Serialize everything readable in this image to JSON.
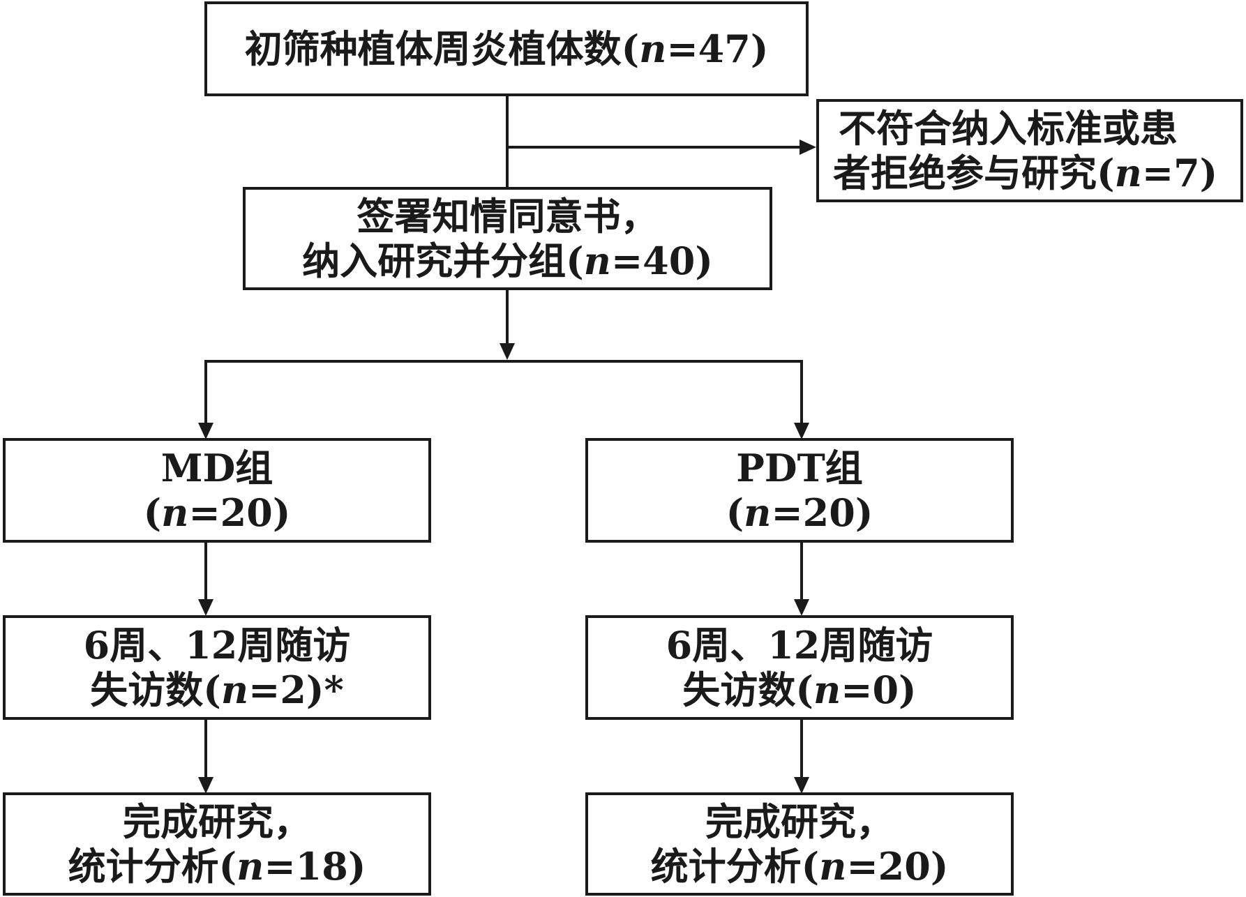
{
  "boxes": {
    "screened": {
      "lines": [
        {
          "pre": "初筛种植体周炎植体数(",
          "var": "n",
          "post": "=47)"
        }
      ]
    },
    "excluded": {
      "lines": [
        {
          "pre": "不符合纳入标准或患",
          "var": "",
          "post": ""
        },
        {
          "pre": "者拒绝参与研究(",
          "var": "n",
          "post": "=7)"
        }
      ]
    },
    "enrolled": {
      "lines": [
        {
          "pre": "签署知情同意书，",
          "var": "",
          "post": ""
        },
        {
          "pre": "纳入研究并分组(",
          "var": "n",
          "post": "=40)"
        }
      ]
    },
    "md_group": {
      "lines": [
        {
          "pre": "MD组",
          "var": "",
          "post": ""
        },
        {
          "pre": "(",
          "var": "n",
          "post": "=20)"
        }
      ]
    },
    "pdt_group": {
      "lines": [
        {
          "pre": "PDT组",
          "var": "",
          "post": ""
        },
        {
          "pre": "(",
          "var": "n",
          "post": "=20)"
        }
      ]
    },
    "md_followup": {
      "lines": [
        {
          "pre": "6周、12周随访",
          "var": "",
          "post": ""
        },
        {
          "pre": "失访数(",
          "var": "n",
          "post": "=2)*"
        }
      ]
    },
    "pdt_followup": {
      "lines": [
        {
          "pre": "6周、12周随访",
          "var": "",
          "post": ""
        },
        {
          "pre": "失访数(",
          "var": "n",
          "post": "=0)"
        }
      ]
    },
    "md_complete": {
      "lines": [
        {
          "pre": "完成研究，",
          "var": "",
          "post": ""
        },
        {
          "pre": "统计分析(",
          "var": "n",
          "post": "=18)"
        }
      ]
    },
    "pdt_complete": {
      "lines": [
        {
          "pre": "完成研究，",
          "var": "",
          "post": ""
        },
        {
          "pre": "统计分析(",
          "var": "n",
          "post": "=20)"
        }
      ]
    }
  },
  "colors": {
    "stroke": "#1a1a1a",
    "background": "#ffffff"
  }
}
